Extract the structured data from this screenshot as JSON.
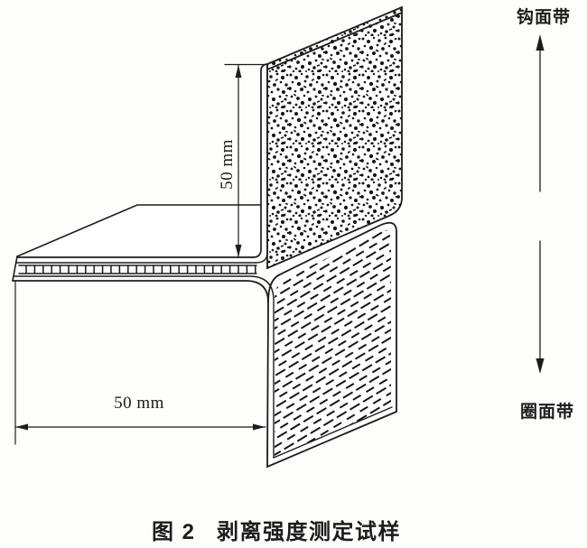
{
  "figure": {
    "caption": {
      "figure_label": "图 2",
      "title": "剥离强度测定试样"
    },
    "labels": {
      "hook_tape": "钩面带",
      "loop_tape": "圈面带"
    },
    "dimensions": {
      "free_end_length": "50 mm",
      "engaged_length": "50 mm"
    },
    "pull_arrows": {
      "hook_direction": "up",
      "loop_direction": "down"
    },
    "colors": {
      "ink": "#1c1c1c",
      "paper": "#ffffff"
    }
  }
}
